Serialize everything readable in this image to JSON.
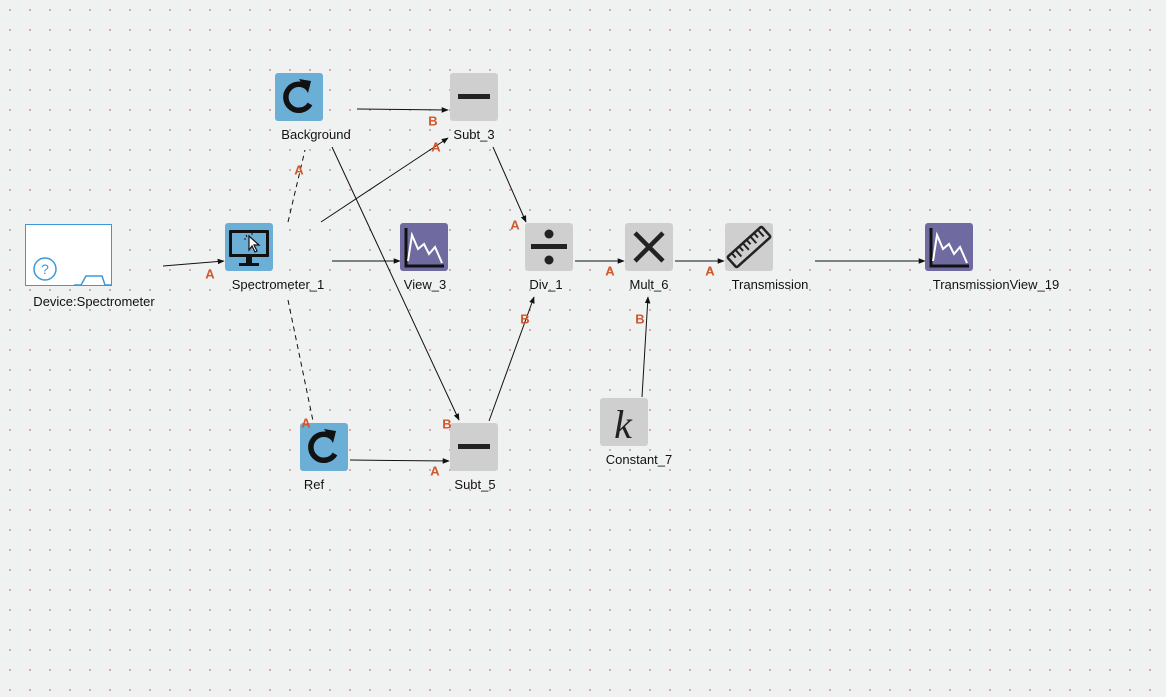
{
  "nodes": {
    "device": {
      "label": "Device:Spectrometer",
      "icon": "unknown-device-icon"
    },
    "spectrometer": {
      "label": "Spectrometer_1",
      "icon": "monitor-cursor-icon"
    },
    "background": {
      "label": "Background",
      "icon": "refresh-icon"
    },
    "ref": {
      "label": "Ref",
      "icon": "refresh-icon"
    },
    "view3": {
      "label": "View_3",
      "icon": "spectrum-chart-icon"
    },
    "subt3": {
      "label": "Subt_3",
      "icon": "minus-icon"
    },
    "subt5": {
      "label": "Subt_5",
      "icon": "minus-icon"
    },
    "div1": {
      "label": "Div_1",
      "icon": "divide-icon"
    },
    "mult6": {
      "label": "Mult_6",
      "icon": "multiply-icon"
    },
    "constant7": {
      "label": "Constant_7",
      "icon": "k-constant-icon"
    },
    "transmission": {
      "label": "Transmission",
      "icon": "ruler-icon"
    },
    "transmissionview": {
      "label": "TransmissionView_19",
      "icon": "spectrum-chart-icon"
    }
  },
  "ports": {
    "a": "A",
    "b": "B"
  },
  "colors": {
    "background": "#f0f2f2",
    "grid_dot": "#d29a9a",
    "source_node": "#6baed6",
    "math_node": "#cfcfcf",
    "view_node": "#6f6aa0",
    "port_label": "#d2572a",
    "edge": "#111111"
  }
}
